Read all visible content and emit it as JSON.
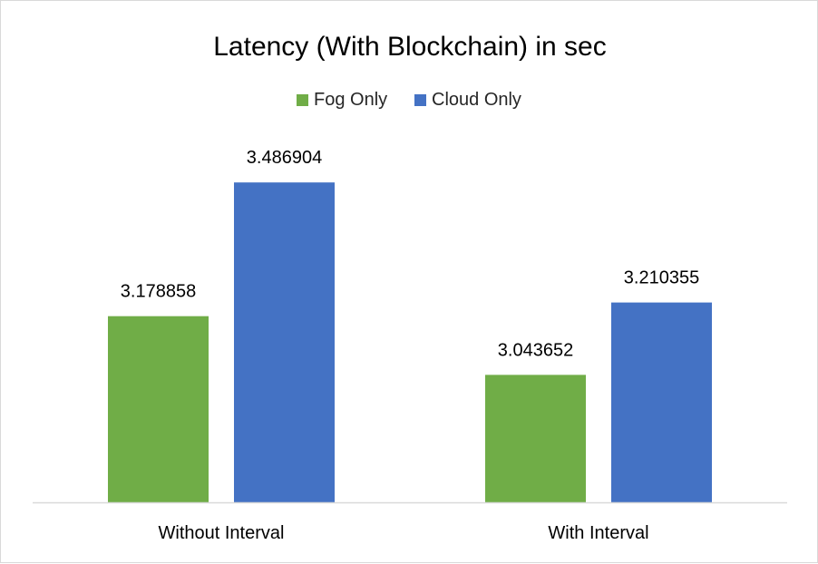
{
  "chart_data": {
    "type": "bar",
    "title": "Latency (With Blockchain) in sec",
    "categories": [
      "Without Interval",
      "With Interval"
    ],
    "series": [
      {
        "name": "Fog Only",
        "color": "#70ad47",
        "values": [
          3.178858,
          3.043652
        ]
      },
      {
        "name": "Cloud Only",
        "color": "#4472c4",
        "values": [
          3.486904,
          3.210355
        ]
      }
    ],
    "data_labels": [
      [
        "3.178858",
        "3.043652"
      ],
      [
        "3.486904",
        "3.210355"
      ]
    ],
    "xlabel": "",
    "ylabel": "",
    "ylim": [
      2.75,
      3.55
    ],
    "grid": false,
    "legend": "top-center",
    "axis_color": "#d9d9d9"
  }
}
